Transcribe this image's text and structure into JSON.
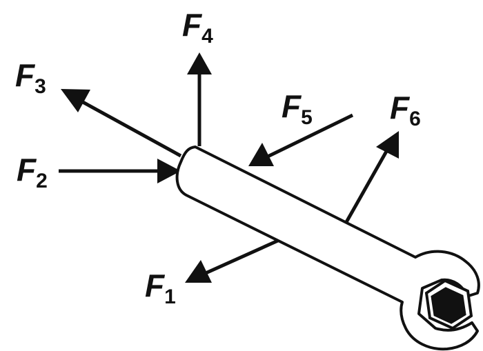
{
  "diagram": {
    "forces": [
      {
        "id": "F1",
        "letter": "F",
        "subscript": "1"
      },
      {
        "id": "F2",
        "letter": "F",
        "subscript": "2"
      },
      {
        "id": "F3",
        "letter": "F",
        "subscript": "3"
      },
      {
        "id": "F4",
        "letter": "F",
        "subscript": "4"
      },
      {
        "id": "F5",
        "letter": "F",
        "subscript": "5"
      },
      {
        "id": "F6",
        "letter": "F",
        "subscript": "6"
      }
    ],
    "colors": {
      "ink": "#111111",
      "background": "#ffffff"
    },
    "icons": {
      "tool": "wrench-icon",
      "nut": "hex-nut-icon"
    }
  }
}
